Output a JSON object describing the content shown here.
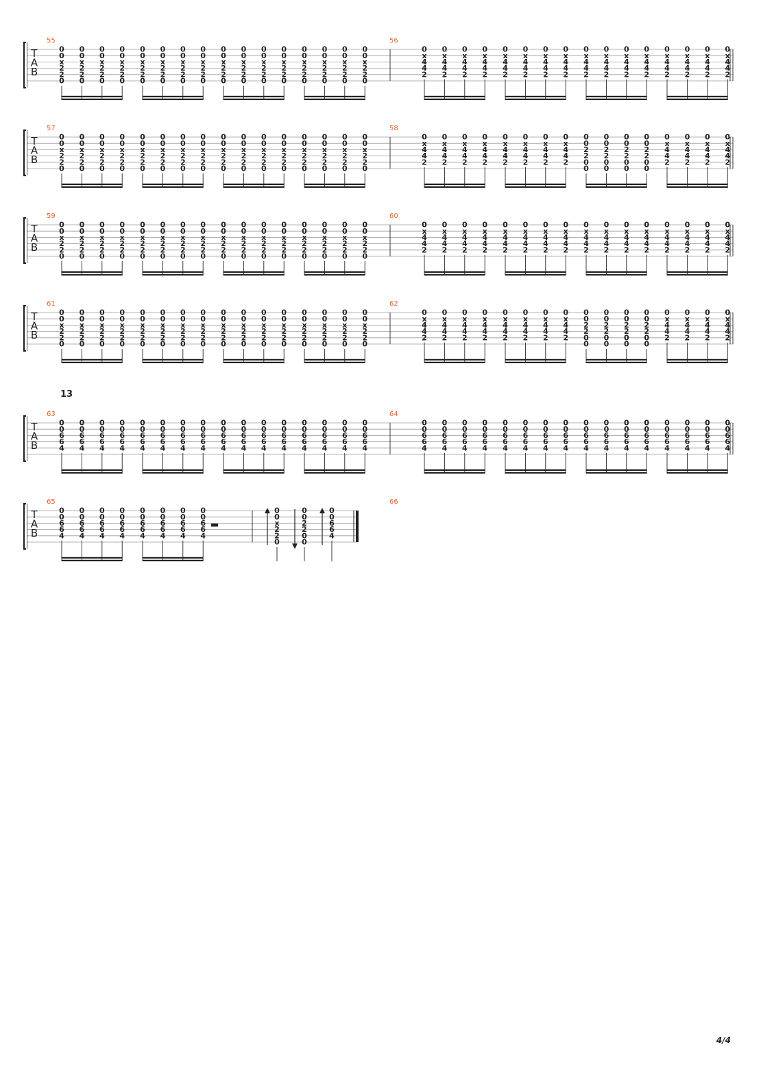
{
  "clef": [
    "T",
    "A",
    "B"
  ],
  "colors": {
    "bar_number": "#e8622a",
    "ink": "#222222",
    "line": "#9a9a9a"
  },
  "section_marker": "13",
  "page_number": "4/4",
  "systems": [
    {
      "measures": [
        {
          "number": "55",
          "pattern": "A",
          "groups": 4
        },
        {
          "number": "56",
          "pattern": "B",
          "groups": 4
        }
      ]
    },
    {
      "measures": [
        {
          "number": "57",
          "pattern": "A",
          "groups": 4
        },
        {
          "number": "58",
          "pattern": "B",
          "groups": 2,
          "then": [
            {
              "pattern": "C",
              "groups": 1
            },
            {
              "pattern": "B",
              "groups": 1
            }
          ]
        }
      ]
    },
    {
      "measures": [
        {
          "number": "59",
          "pattern": "A",
          "groups": 4
        },
        {
          "number": "60",
          "pattern": "B",
          "groups": 4
        }
      ]
    },
    {
      "measures": [
        {
          "number": "61",
          "pattern": "A",
          "groups": 4
        },
        {
          "number": "62",
          "pattern": "B",
          "groups": 2,
          "then": [
            {
              "pattern": "C",
              "groups": 1
            },
            {
              "pattern": "B",
              "groups": 1
            }
          ]
        }
      ]
    },
    {
      "measures": [
        {
          "number": "63",
          "pattern": "D",
          "groups": 4
        },
        {
          "number": "64",
          "pattern": "D",
          "groups": 4
        }
      ]
    },
    {
      "measures": [
        {
          "number": "65",
          "pattern": "D",
          "groups": 2,
          "rest": true
        },
        {
          "number": "66",
          "final": true
        }
      ]
    }
  ],
  "patterns": {
    "A": [
      "0",
      "0",
      "x",
      "2",
      "2",
      "0"
    ],
    "B": [
      "0",
      "x",
      "4",
      "4",
      "2",
      ""
    ],
    "C": [
      "0",
      "0",
      "2",
      "2",
      "0",
      "0"
    ],
    "D": [
      "0",
      "0",
      "6",
      "6",
      "4",
      ""
    ]
  },
  "final_chords": [
    {
      "notes": [
        "0",
        "0",
        "x",
        "2",
        "2",
        "0"
      ],
      "stroke": "up"
    },
    {
      "notes": [
        "0",
        "0",
        "2",
        "2",
        "0",
        "0"
      ],
      "stroke": "down"
    },
    {
      "notes": [
        "0",
        "0",
        "6",
        "6",
        "4",
        ""
      ],
      "stroke": "up"
    }
  ]
}
